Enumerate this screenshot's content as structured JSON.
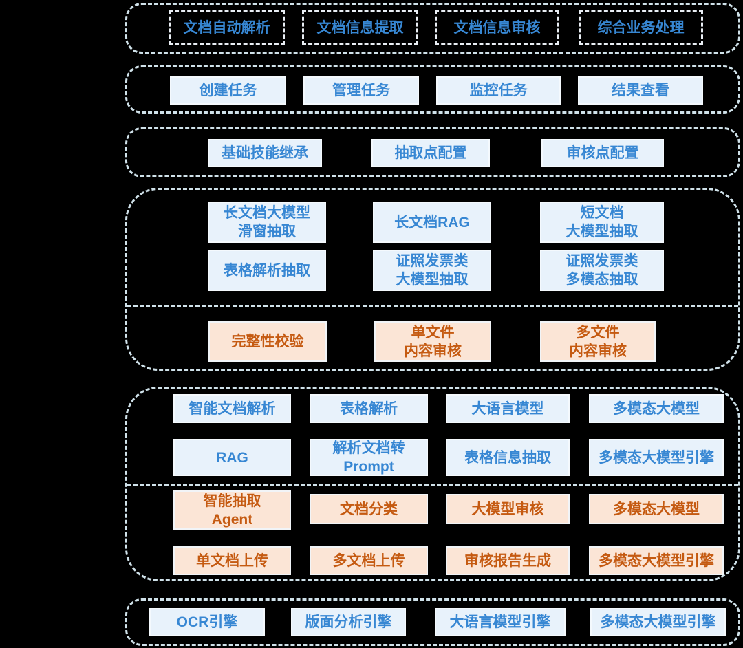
{
  "colors": {
    "background": "#000000",
    "container_border": "#CFE1E9",
    "outline_box_border": "#E9EEF4",
    "blue_text": "#3787D3",
    "blue_fill": "#E8F2FB",
    "orange_text": "#C55A11",
    "orange_fill": "#FBE5D6"
  },
  "containers": [
    {
      "rows": [
        {
          "items": [
            "文档自动解析",
            "文档信息提取",
            "文档信息审核",
            "综合业务处理"
          ]
        }
      ]
    },
    {
      "rows": [
        {
          "items": [
            "创建任务",
            "管理任务",
            "监控任务",
            "结果查看"
          ]
        }
      ]
    },
    {
      "rows": [
        {
          "items": [
            "基础技能继承",
            "抽取点配置",
            "审核点配置"
          ]
        }
      ]
    },
    {
      "rows": [
        {
          "items": [
            "长文档大模型\n滑窗抽取",
            "长文档RAG",
            "短文档\n大模型抽取"
          ]
        },
        {
          "items": [
            "表格解析抽取",
            "证照发票类\n大模型抽取",
            "证照发票类\n多模态抽取"
          ]
        },
        {
          "items": [
            "完整性校验",
            "单文件\n内容审核",
            "多文件\n内容审核"
          ]
        }
      ]
    },
    {
      "rows": [
        {
          "items": [
            "智能文档解析",
            "表格解析",
            "大语言模型",
            "多模态大模型"
          ]
        },
        {
          "items": [
            "RAG",
            "解析文档转\nPrompt",
            "表格信息抽取",
            "多模态大模型引擎"
          ]
        },
        {
          "items": [
            "智能抽取\nAgent",
            "文档分类",
            "大模型审核",
            "多模态大模型"
          ]
        },
        {
          "items": [
            "单文档上传",
            "多文档上传",
            "审核报告生成",
            "多模态大模型引擎"
          ]
        }
      ]
    },
    {
      "rows": [
        {
          "items": [
            "OCR引擎",
            "版面分析引擎",
            "大语言模型引擎",
            "多模态大模型引擎"
          ]
        }
      ]
    }
  ]
}
